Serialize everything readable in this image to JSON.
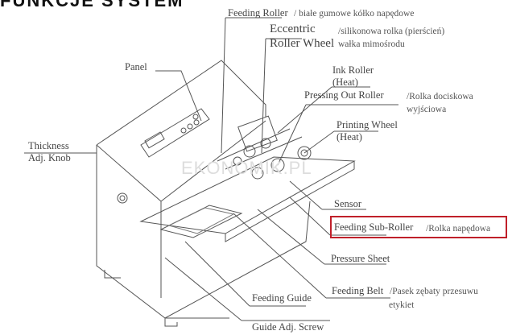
{
  "header_fragment": "FUNKCJE SYSTEM",
  "watermark": "EKONOMIK.PL",
  "labels": {
    "feeding_roller": "Feeding Roller",
    "feeding_roller_pl": "/ białe gumowe kółko napędowe",
    "eccentric_1": "Eccentric",
    "eccentric_2": "Roller Wheel",
    "eccentric_pl_1": "/silikonowa rolka (pierścień)",
    "eccentric_pl_2": "wałka mimośrodu",
    "panel": "Panel",
    "ink_roller_1": "Ink Roller",
    "ink_roller_2": "(Heat)",
    "pressing_out": "Pressing  Out Roller",
    "pressing_out_pl_1": "/Rolka dociskowa",
    "pressing_out_pl_2": "wyjściowa",
    "thickness_1": "Thickness",
    "thickness_2": "Adj. Knob",
    "printing_wheel_1": "Printing Wheel",
    "printing_wheel_2": "(Heat)",
    "sensor": "Sensor",
    "feeding_sub": "Feeding Sub-Roller",
    "feeding_sub_pl": "/Rolka napędowa",
    "pressure_sheet": "Pressure Sheet",
    "feeding_belt": "Feeding Belt",
    "feeding_belt_pl_1": "/Pasek zębaty przesuwu",
    "feeding_belt_pl_2": "etykiet",
    "feeding_guide": "Feeding Guide",
    "guide_screw": "Guide Adj. Screw"
  },
  "colors": {
    "highlight": "#c0202a",
    "line": "#555555"
  }
}
